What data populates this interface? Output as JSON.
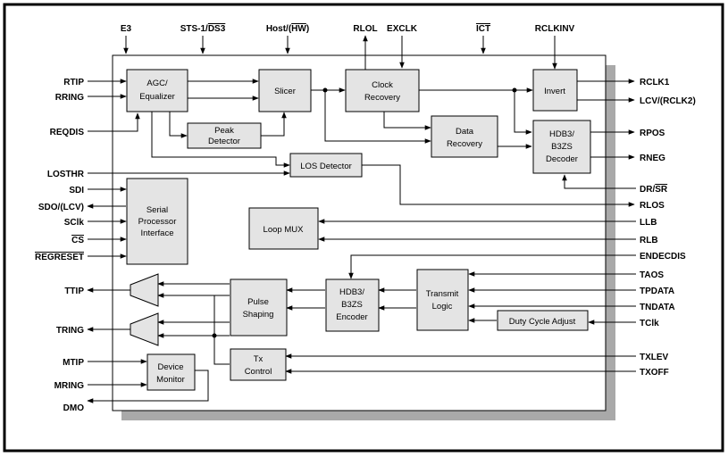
{
  "top_pins": [
    {
      "id": "e3",
      "parts": [
        {
          "t": "E3",
          "o": false
        }
      ]
    },
    {
      "id": "sts1-ds3",
      "parts": [
        {
          "t": "STS-1/",
          "o": false
        },
        {
          "t": "DS3",
          "o": true
        }
      ]
    },
    {
      "id": "host-hw",
      "parts": [
        {
          "t": "Host/(",
          "o": false
        },
        {
          "t": "HW",
          "o": true
        },
        {
          "t": ")",
          "o": false
        }
      ]
    },
    {
      "id": "rlol",
      "parts": [
        {
          "t": "RLOL",
          "o": false
        }
      ]
    },
    {
      "id": "exclk",
      "parts": [
        {
          "t": "EXCLK",
          "o": false
        }
      ]
    },
    {
      "id": "ict",
      "parts": [
        {
          "t": "ICT",
          "o": true
        }
      ]
    },
    {
      "id": "rclkinv",
      "parts": [
        {
          "t": "RCLKINV",
          "o": false
        }
      ]
    }
  ],
  "left_pins": [
    {
      "id": "rtip",
      "parts": [
        {
          "t": "RTIP",
          "o": false
        }
      ]
    },
    {
      "id": "rring",
      "parts": [
        {
          "t": "RRING",
          "o": false
        }
      ]
    },
    {
      "id": "reqdis",
      "parts": [
        {
          "t": "REQDIS",
          "o": false
        }
      ]
    },
    {
      "id": "losthr",
      "parts": [
        {
          "t": "LOSTHR",
          "o": false
        }
      ]
    },
    {
      "id": "sdi",
      "parts": [
        {
          "t": "SDI",
          "o": false
        }
      ]
    },
    {
      "id": "sdo-lcv",
      "parts": [
        {
          "t": "SDO/(LCV)",
          "o": false
        }
      ]
    },
    {
      "id": "sclk",
      "parts": [
        {
          "t": "SClk",
          "o": false
        }
      ]
    },
    {
      "id": "cs",
      "parts": [
        {
          "t": "CS",
          "o": true
        }
      ]
    },
    {
      "id": "regreset",
      "parts": [
        {
          "t": "REGRESET",
          "o": true
        }
      ]
    },
    {
      "id": "ttip",
      "parts": [
        {
          "t": "TTIP",
          "o": false
        }
      ]
    },
    {
      "id": "tring",
      "parts": [
        {
          "t": "TRING",
          "o": false
        }
      ]
    },
    {
      "id": "mtip",
      "parts": [
        {
          "t": "MTIP",
          "o": false
        }
      ]
    },
    {
      "id": "mring",
      "parts": [
        {
          "t": "MRING",
          "o": false
        }
      ]
    },
    {
      "id": "dmo",
      "parts": [
        {
          "t": "DMO",
          "o": false
        }
      ]
    }
  ],
  "right_pins": [
    {
      "id": "rclk1",
      "parts": [
        {
          "t": "RCLK1",
          "o": false
        }
      ]
    },
    {
      "id": "lcv-rclk2",
      "parts": [
        {
          "t": "LCV/(RCLK2)",
          "o": false
        }
      ]
    },
    {
      "id": "rpos",
      "parts": [
        {
          "t": "RPOS",
          "o": false
        }
      ]
    },
    {
      "id": "rneg",
      "parts": [
        {
          "t": "RNEG",
          "o": false
        }
      ]
    },
    {
      "id": "dr-sr",
      "parts": [
        {
          "t": "DR/",
          "o": false
        },
        {
          "t": "SR",
          "o": true
        }
      ]
    },
    {
      "id": "rlos",
      "parts": [
        {
          "t": "RLOS",
          "o": false
        }
      ]
    },
    {
      "id": "llb",
      "parts": [
        {
          "t": "LLB",
          "o": false
        }
      ]
    },
    {
      "id": "rlb",
      "parts": [
        {
          "t": "RLB",
          "o": false
        }
      ]
    },
    {
      "id": "endecdis",
      "parts": [
        {
          "t": "ENDECDIS",
          "o": false
        }
      ]
    },
    {
      "id": "taos",
      "parts": [
        {
          "t": "TAOS",
          "o": false
        }
      ]
    },
    {
      "id": "tpdata",
      "parts": [
        {
          "t": "TPDATA",
          "o": false
        }
      ]
    },
    {
      "id": "tndata",
      "parts": [
        {
          "t": "TNDATA",
          "o": false
        }
      ]
    },
    {
      "id": "tclk",
      "parts": [
        {
          "t": "TClk",
          "o": false
        }
      ]
    },
    {
      "id": "txlev",
      "parts": [
        {
          "t": "TXLEV",
          "o": false
        }
      ]
    },
    {
      "id": "txoff",
      "parts": [
        {
          "t": "TXOFF",
          "o": false
        }
      ]
    }
  ],
  "blocks": [
    {
      "id": "agc-equalizer",
      "lines": [
        "AGC/",
        "Equalizer"
      ]
    },
    {
      "id": "slicer",
      "lines": [
        "Slicer"
      ]
    },
    {
      "id": "peak-detector",
      "lines": [
        "Peak",
        "Detector"
      ]
    },
    {
      "id": "clock-recovery",
      "lines": [
        "Clock",
        "Recovery"
      ]
    },
    {
      "id": "invert",
      "lines": [
        "Invert"
      ]
    },
    {
      "id": "data-recovery",
      "lines": [
        "Data",
        "Recovery"
      ]
    },
    {
      "id": "hdb3-decoder",
      "lines": [
        "HDB3/",
        "B3ZS",
        "Decoder"
      ]
    },
    {
      "id": "los-detector",
      "lines": [
        "LOS Detector"
      ]
    },
    {
      "id": "serial-processor-interface",
      "lines": [
        "Serial",
        "Processor",
        "Interface"
      ]
    },
    {
      "id": "loop-mux",
      "lines": [
        "Loop MUX"
      ]
    },
    {
      "id": "pulse-shaping",
      "lines": [
        "Pulse",
        "Shaping"
      ]
    },
    {
      "id": "hdb3-encoder",
      "lines": [
        "HDB3/",
        "B3ZS",
        "Encoder"
      ]
    },
    {
      "id": "transmit-logic",
      "lines": [
        "Transmit",
        "Logic"
      ]
    },
    {
      "id": "duty-cycle-adjust",
      "lines": [
        "Duty Cycle Adjust"
      ]
    },
    {
      "id": "tx-control",
      "lines": [
        "Tx",
        "Control"
      ]
    },
    {
      "id": "device-monitor",
      "lines": [
        "Device",
        "Monitor"
      ]
    }
  ]
}
